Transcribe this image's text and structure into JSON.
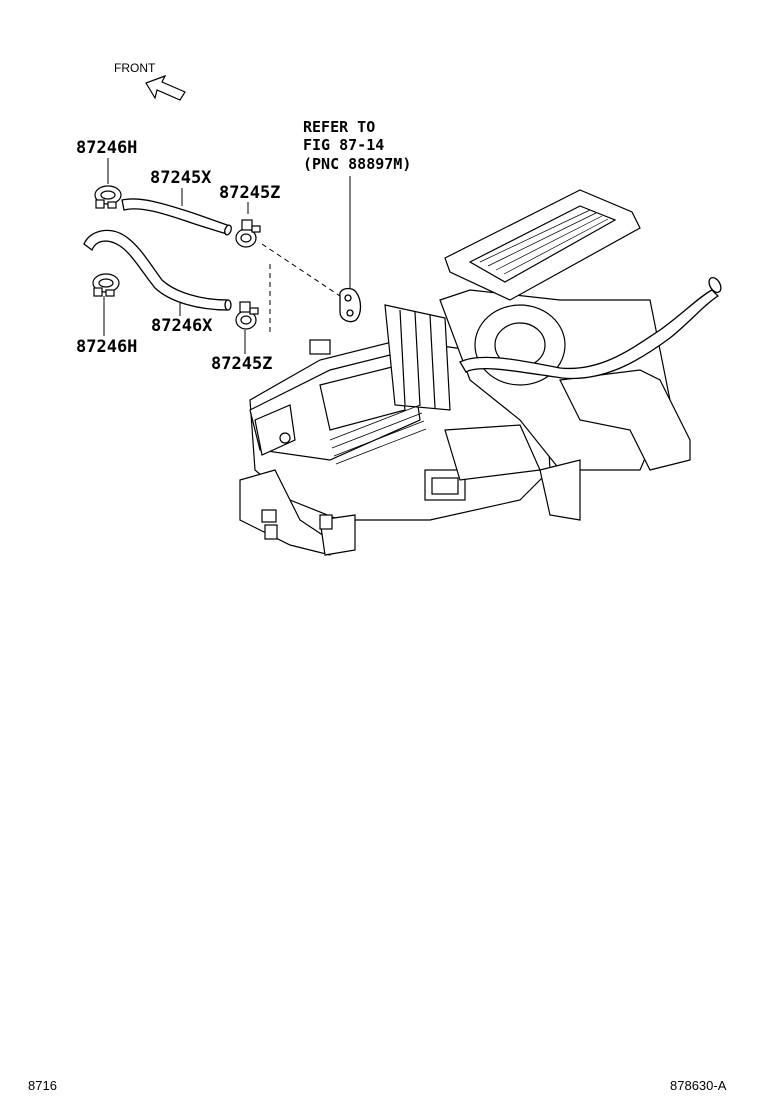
{
  "front_label": "FRONT",
  "callouts": {
    "hose_clamp_upper": "87246H",
    "hose_upper": "87245X",
    "clamp_upper_right": "87245Z",
    "hose_lower": "87246X",
    "hose_clamp_lower": "87246H",
    "clamp_lower_right": "87245Z"
  },
  "reference_note": {
    "line1": "REFER TO",
    "line2": "FIG 87-14",
    "line3": "(PNC 88897M)"
  },
  "footer": {
    "figure_number": "8716",
    "illustration_code": "878630-A"
  }
}
